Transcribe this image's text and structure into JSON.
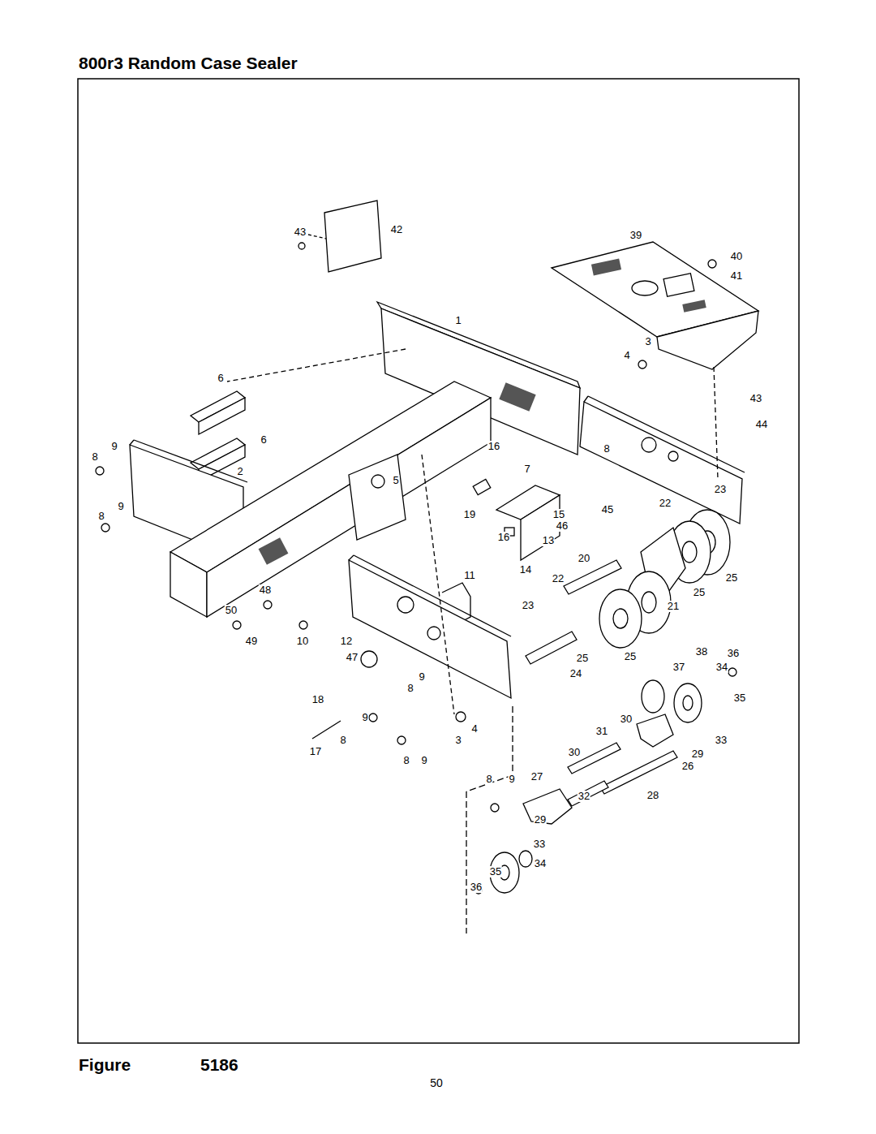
{
  "diagram": {
    "title": "800r3 Random Case Sealer",
    "caption": "Figure 5186",
    "labels": [
      "43",
      "42",
      "39",
      "40",
      "41",
      "1",
      "3",
      "4",
      "6",
      "43",
      "44",
      "9",
      "16",
      "8",
      "6",
      "8",
      "7",
      "2",
      "5",
      "23",
      "22",
      "19",
      "15",
      "45",
      "46",
      "16",
      "13",
      "9",
      "8",
      "14",
      "20",
      "25",
      "11",
      "22",
      "48",
      "25",
      "23",
      "21",
      "50",
      "49",
      "10",
      "12",
      "25",
      "25",
      "24",
      "47",
      "38",
      "36",
      "37",
      "34",
      "9",
      "8",
      "35",
      "18",
      "9",
      "4",
      "30",
      "31",
      "33",
      "8",
      "3",
      "30",
      "29",
      "17",
      "8",
      "9",
      "26",
      "27",
      "8",
      "9",
      "32",
      "28",
      "29",
      "33",
      "36",
      "35",
      "34",
      "50"
    ]
  }
}
